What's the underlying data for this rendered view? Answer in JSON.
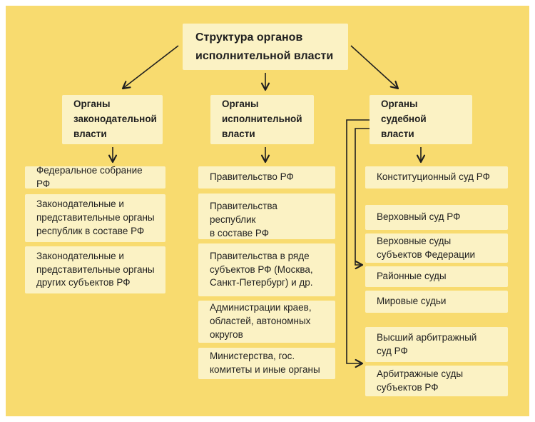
{
  "colors": {
    "page_frame": "#ffffff",
    "background": "#f8db6f",
    "box_fill": "#fbf2c4",
    "text": "#1f1f1f",
    "line": "#1f1f1f"
  },
  "title": {
    "text": "Структура органов\nисполнительной власти"
  },
  "columns": [
    {
      "header": "Органы\nзаконодательной\nвласти",
      "items": [
        "Федеральное собрание РФ",
        "Законодательные и\nпредставительные органы\nреспублик в составе РФ",
        "Законодательные и\nпредставительные органы\nдругих субъектов РФ"
      ]
    },
    {
      "header": "Органы\nисполнительной\nвласти",
      "items": [
        "Правительство РФ",
        "Правительства республик\nв составе РФ",
        "Правительства в ряде\nсубъектов РФ (Москва,\nСанкт-Петербург) и др.",
        "Администрации краев,\nобластей, автономных\nокругов",
        "Министерства, гос.\nкомитеты и иные органы"
      ]
    },
    {
      "header": "Органы\nсудебной\nвласти",
      "items": [
        "Конституционный суд РФ",
        "Верховный суд РФ",
        "Верховные суды\nсубъектов Федерации",
        "Районные суды",
        "Мировые судьи",
        "Высший арбитражный\nсуд РФ",
        "Арбитражные суды\nсубъектов РФ"
      ]
    }
  ]
}
